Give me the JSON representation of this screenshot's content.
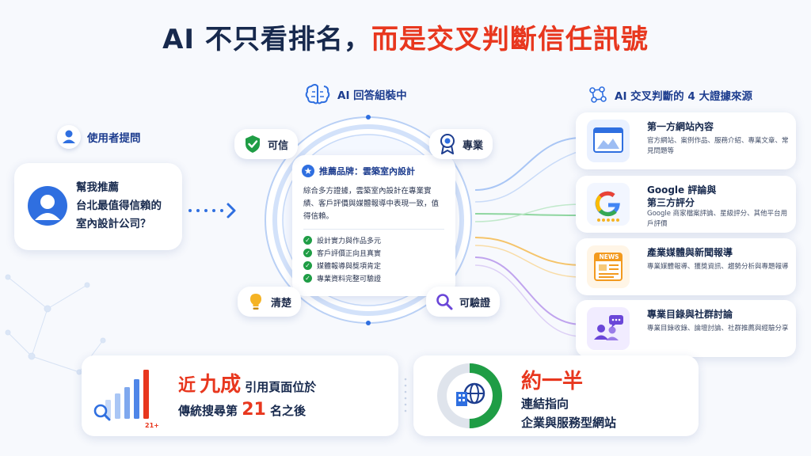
{
  "title": {
    "part1": "AI 不只看排名，",
    "part2": "而是交叉判斷信任訊號"
  },
  "user_section": {
    "label": "使用者提問",
    "question": "幫我推薦\n台北最值得信賴的\n室內設計公司？"
  },
  "center": {
    "label": "AI 回答組裝中",
    "card_title": "推薦品牌：雲築室內設計",
    "card_body": "綜合多方證據，雲築室內設計在專業實績、客戶評價與媒體報導中表現一致，值得信賴。",
    "checks": [
      "設計實力與作品多元",
      "客戶評價正向且真實",
      "媒體報導與獎項肯定",
      "專業資料完整可驗證"
    ],
    "badges": {
      "trust": "可信",
      "expert": "專業",
      "clear": "清楚",
      "verifiable": "可驗證"
    }
  },
  "sources": {
    "label": "AI 交叉判斷的 4 大證據來源",
    "items": [
      {
        "title": "第一方網站內容",
        "desc": "官方網站、案例作品、服務介紹、專業文章、常見問題等",
        "icon": "website-icon"
      },
      {
        "title": "Google 評論與\n第三方評分",
        "desc": "Google 商家檔案評論、星級評分、其他平台用戶評價",
        "icon": "google-icon"
      },
      {
        "title": "產業媒體與新聞報導",
        "desc": "專業媒體報導、獲獎資訊、趨勢分析與專題報導",
        "icon": "news-icon",
        "badge": "NEWS"
      },
      {
        "title": "專業目錄與社群討論",
        "desc": "專業目錄收錄、論壇討論、社群推薦與經驗分享",
        "icon": "community-icon"
      }
    ]
  },
  "stats": {
    "left": {
      "line1_a": "近",
      "line1_b": "九成",
      "line1_c": " 引用頁面位於",
      "line2_a": "傳統搜尋第 ",
      "line2_b": "21",
      "line2_c": " 名之後",
      "chart_tag": "21+"
    },
    "right": {
      "big": "約一半",
      "line1": "連結指向",
      "line2": "企業與服務型網站",
      "fraction": 0.5
    }
  },
  "colors": {
    "accent_red": "#e8371e",
    "navy": "#17294d",
    "blue": "#2f6fe0",
    "green": "#1f9d45"
  }
}
